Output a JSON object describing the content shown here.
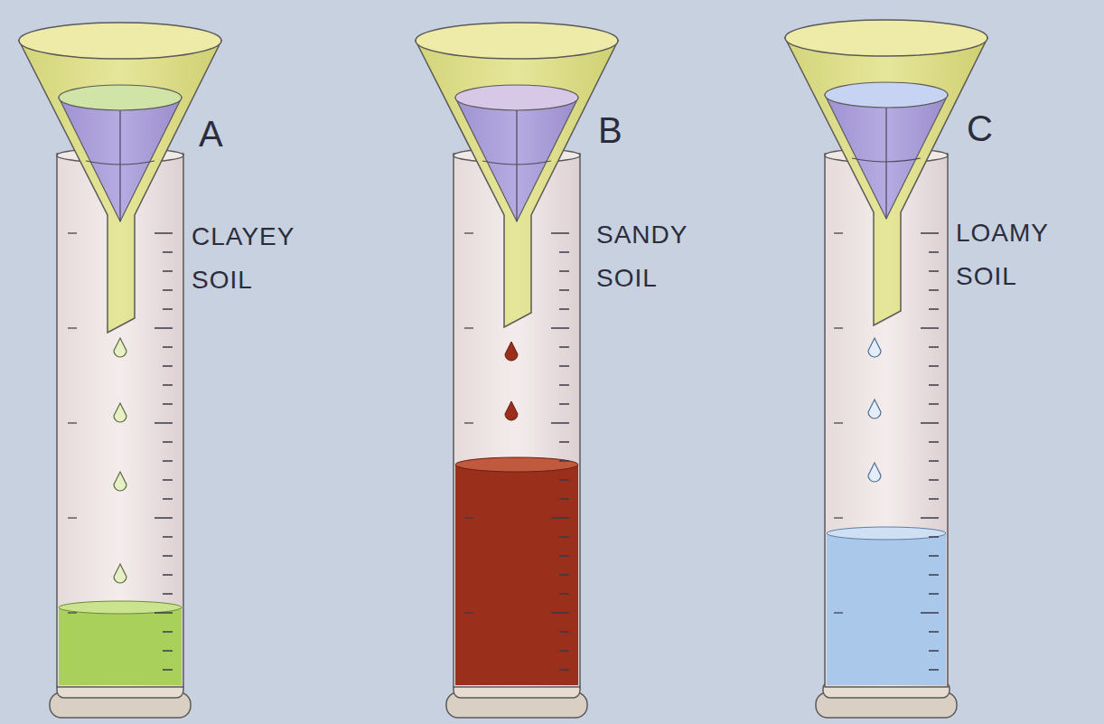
{
  "diagram": {
    "labels": [
      "A",
      "CLAYEY SOIL",
      "B",
      "SANDY SOIL",
      "C",
      "LOAMY SOIL"
    ]
  }
}
